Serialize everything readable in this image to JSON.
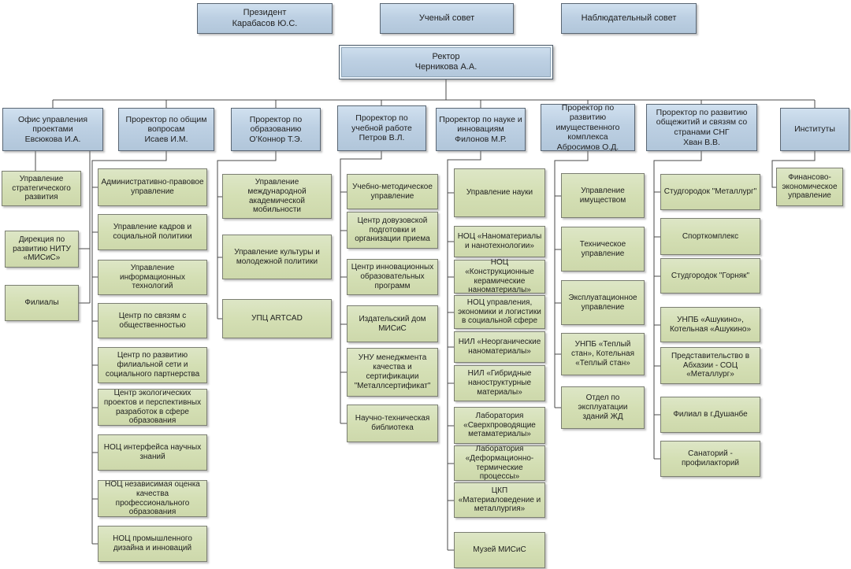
{
  "org": {
    "top": [
      "Президент\nКарабасов Ю.С.",
      "Ученый совет",
      "Наблюдательный совет"
    ],
    "rector": "Ректор\nЧерникова А.А.",
    "execs": [
      "Офис управления проектами\nЕвсюкова И.А.",
      "Проректор по общим вопросам\nИсаев И.М.",
      "Проректор по образованию\nО’Коннор Т.Э.",
      "Проректор по учебной работе\nПетров В.Л.",
      "Проректор по науке и инновациям\nФилонов М.Р.",
      "Проректор по развитию имущественного комплекса\nАбросимов О.Д.",
      "Проректор по развитию общежитий и связям со странами СНГ\nХван В.В.",
      "Институты"
    ],
    "children": {
      "office": [
        "Управление стратегического развития",
        "Дирекция по развитию  НИТУ «МИСиС»",
        "Филиалы"
      ],
      "general": [
        "Административно-правовое управление",
        "Управление кадров и социальной политики",
        "Управление информационных технологий",
        "Центр по связям с общественностью",
        "Центр по развитию филиальной сети и социального партнерства",
        "Центр экологических проектов и перспективных разработок в сфере образования",
        "НОЦ  интерфейса научных знаний",
        "НОЦ независимая оценка качества профессионального образования",
        "НОЦ промышленного дизайна и инноваций"
      ],
      "education": [
        "Управление международной академической мобильности",
        "Управление культуры и молодежной политики",
        "УПЦ ARTCAD"
      ],
      "academic": [
        "Учебно-методическое управление",
        "Центр довузовской подготовки и организации приема",
        "Центр инновационных образовательных программ",
        "Издательский дом МИСиС",
        "УНУ менеджмента качества и сертификации \"Металлсертификат\"",
        "Научно-техническая библиотека"
      ],
      "science": [
        "Управление науки",
        "НОЦ «Наноматериалы и нанотехнологии»",
        "НОЦ «Конструкционные керамические наноматериалы»",
        "НОЦ управления, экономики и логистики в социальной сфере",
        "НИЛ «Неорганические наноматериалы»",
        "НИЛ «Гибридные наноструктурные материалы»",
        "Лаборатория «Сверхпроводящие метаматериалы»",
        "Лаборатория «Деформационно-термические процессы»",
        "ЦКП «Материаловедение и металлургия»",
        "Музей МИСиС"
      ],
      "property": [
        "Управление имуществом",
        "Техническое управление",
        "Эксплуатационное управление",
        "УНПБ «Теплый стан», Котельная «Теплый стан»",
        "Отдел по эксплуатации зданий ЖД"
      ],
      "dorms": [
        "Студгородок \"Металлург\"",
        "Спорткомплекс",
        "Студгородок \"Горняк\"",
        "УНПБ «Ашукино», Котельная «Ашукино»",
        "Представительство в Абхазии - СОЦ «Металлург»",
        "Филиал в г.Душанбе",
        "Санаторий - профилакторий"
      ],
      "institutes": [
        "Финансово-экономическое управление"
      ]
    },
    "colors": {
      "blue_fill": "#bdd0e3",
      "green_fill": "#d4dfb4",
      "line": "#4a4a4a"
    }
  }
}
